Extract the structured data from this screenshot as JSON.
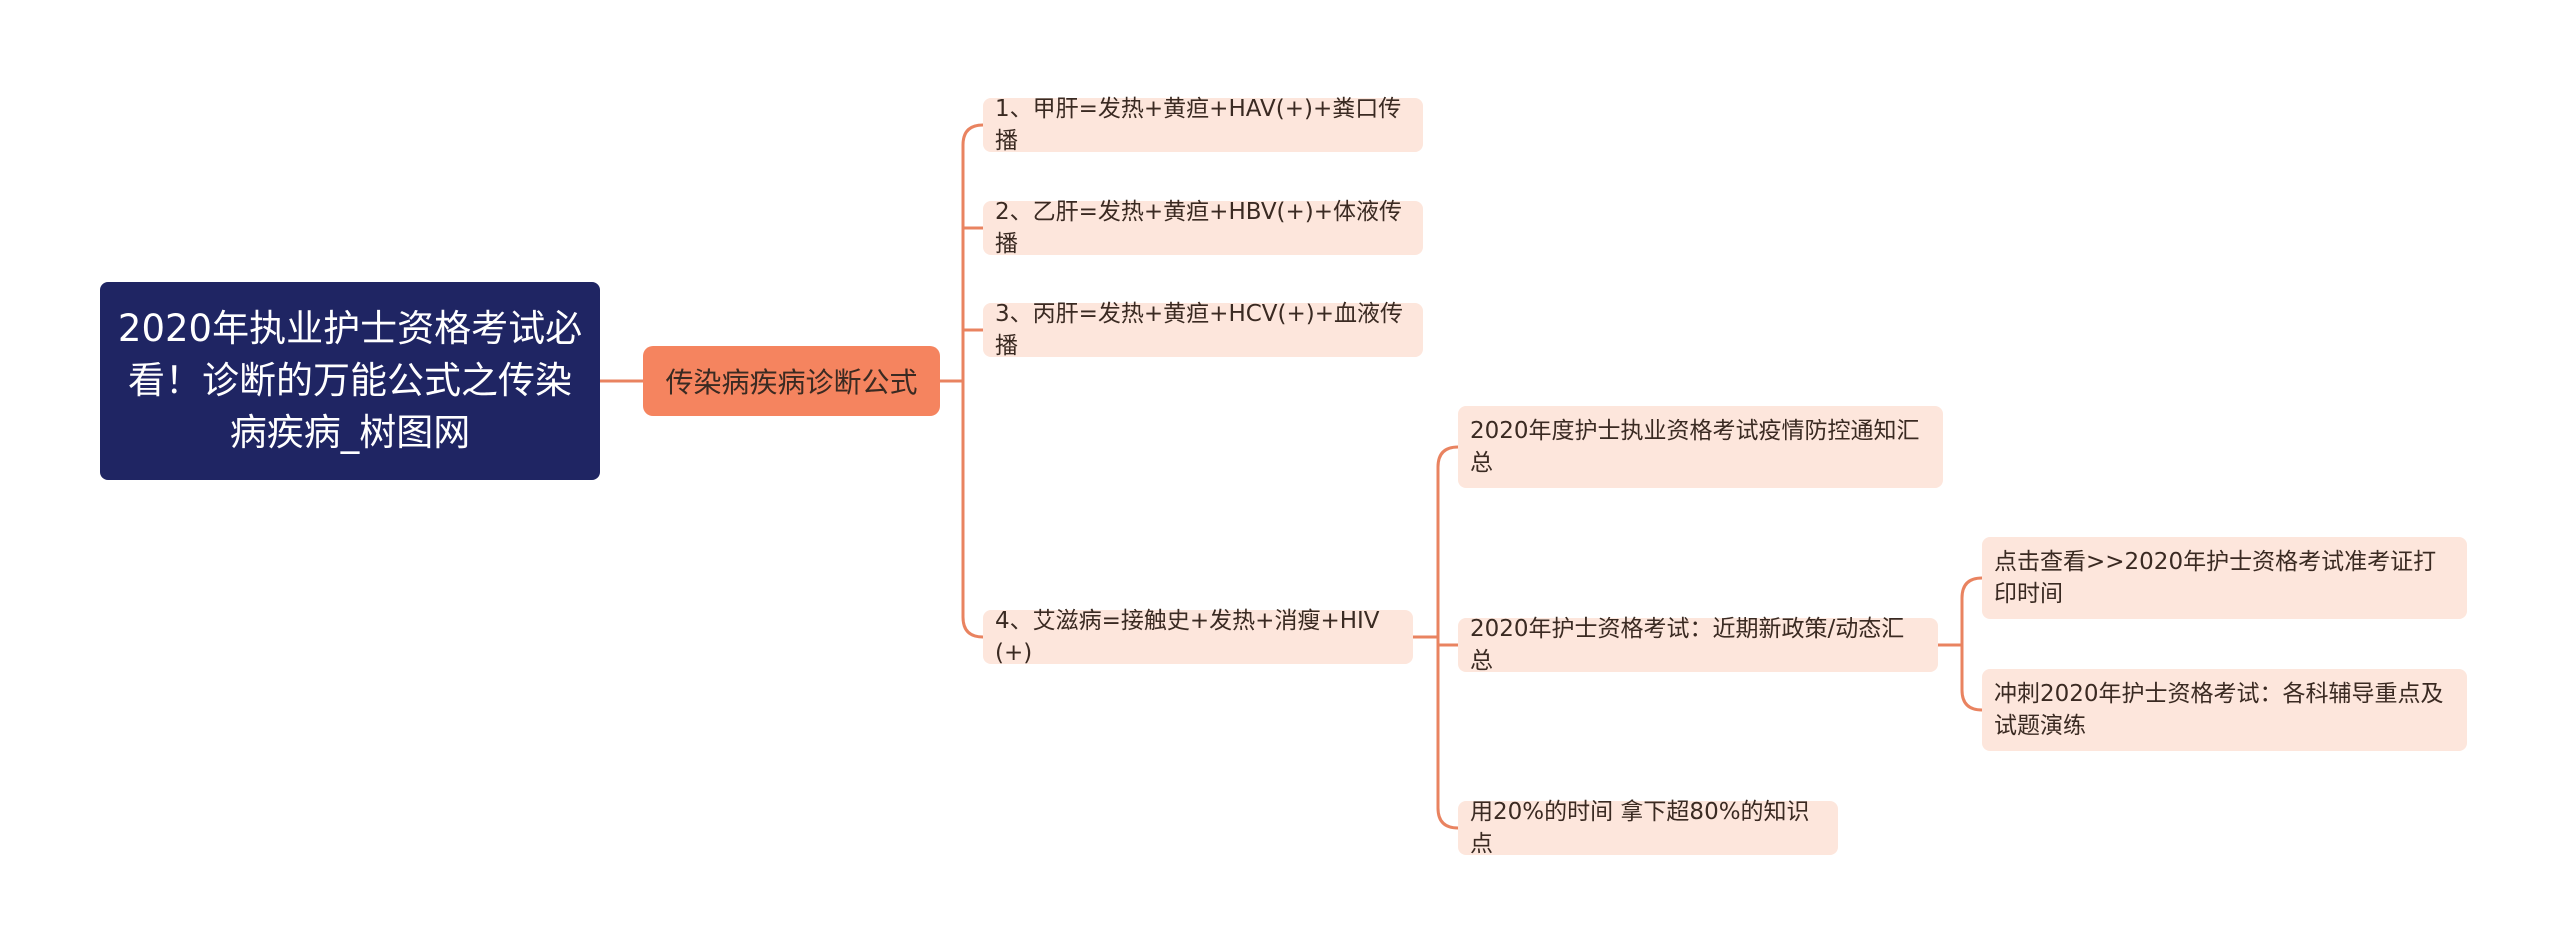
{
  "mindmap": {
    "root": {
      "text": "2020年执业护士资格考试必看！诊断的万能公式之传染病疾病_树图网"
    },
    "branch": {
      "text": "传染病疾病诊断公式"
    },
    "formulas": [
      {
        "text": "1、甲肝=发热+黄疸+HAV(+)+粪口传播"
      },
      {
        "text": "2、乙肝=发热+黄疸+HBV(+)+体液传播"
      },
      {
        "text": "3、丙肝=发热+黄疸+HCV(+)+血液传播"
      },
      {
        "text": "4、艾滋病=接触史+发热+消瘦+HIV(+)"
      }
    ],
    "related": [
      {
        "text": "2020年度护士执业资格考试疫情防控通知汇总"
      },
      {
        "text": "2020年护士资格考试：近期新政策/动态汇总"
      },
      {
        "text": "用20%的时间 拿下超80%的知识点"
      }
    ],
    "sub_related": [
      {
        "text": "点击查看>>2020年护士资格考试准考证打印时间"
      },
      {
        "text": "冲刺2020年护士资格考试：各科辅导重点及试题演练"
      }
    ],
    "colors": {
      "root_bg": "#1f2563",
      "branch_bg": "#f5845f",
      "leaf_bg": "#fde6dc",
      "edge": "#e98360"
    }
  }
}
